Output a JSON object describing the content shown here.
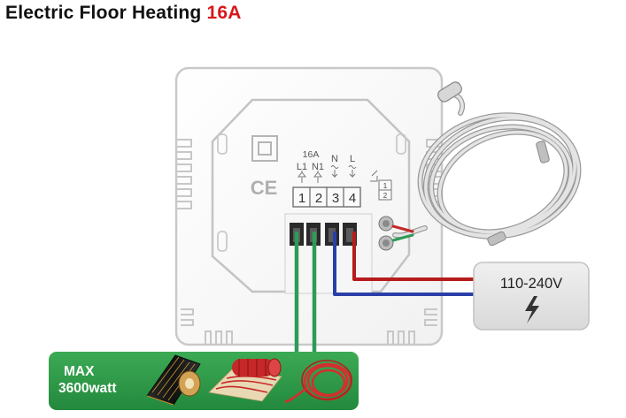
{
  "title": {
    "main": "Electric Floor Heating",
    "accent": "16A",
    "accent_color": "#d6181b"
  },
  "thermostat": {
    "rating": "16A",
    "terminal_top_labels": [
      "L1",
      "N1",
      "N",
      "L"
    ],
    "terminal_numbers": [
      "1",
      "2",
      "3",
      "4"
    ],
    "sensor_terminal_numbers": [
      "1",
      "2"
    ],
    "ce_mark": "CE"
  },
  "power_supply": {
    "voltage": "110-240V",
    "icon": "lightning-bolt-icon"
  },
  "heating_elements": {
    "max_label": "MAX",
    "power_label": "3600watt",
    "panel_color": "#2f9e4a",
    "items": [
      "heating-film",
      "heating-mat",
      "heating-cable"
    ]
  },
  "wires": {
    "load_color": "#2e9b57",
    "live_color": "#b71c1c",
    "neutral_color": "#2b3fa8"
  },
  "sensor": {
    "icon": "floor-sensor-cable-icon"
  }
}
